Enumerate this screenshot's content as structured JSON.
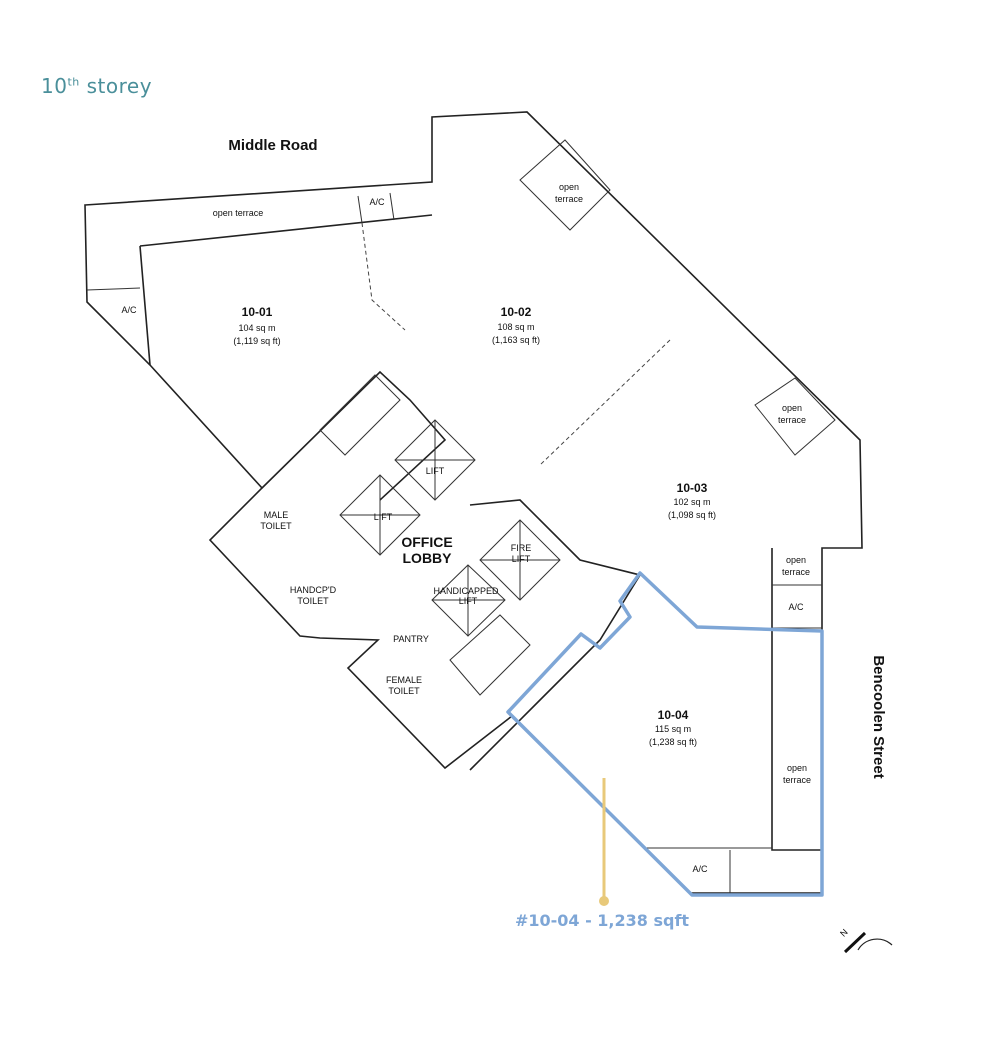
{
  "title": {
    "number": "10",
    "suffix": "th",
    "word": "storey"
  },
  "roads": {
    "north": "Middle Road",
    "east": "Bencoolen Street"
  },
  "units": [
    {
      "id": "10-01",
      "sqm": "104 sq m",
      "sqft": "(1,119 sq ft)"
    },
    {
      "id": "10-02",
      "sqm": "108 sq m",
      "sqft": "(1,163 sq ft)"
    },
    {
      "id": "10-03",
      "sqm": "102 sq m",
      "sqft": "(1,098 sq ft)"
    },
    {
      "id": "10-04",
      "sqm": "115 sq m",
      "sqft": "(1,238 sq ft)"
    }
  ],
  "labels": {
    "open": "open",
    "terrace": "terrace",
    "open_terrace": "open terrace",
    "ac": "A/C",
    "office": "OFFICE",
    "lobby": "LOBBY",
    "lift": "LIFT",
    "fire": "FIRE",
    "handicapped": "HANDICAPPED",
    "male": "MALE",
    "female": "FEMALE",
    "toilet": "TOILET",
    "handcpd": "HANDCP'D",
    "pantry": "PANTRY",
    "north": "N"
  },
  "highlight": {
    "label": "#10-04 - 1,238 sqft",
    "outline_color": "#7ea6d6",
    "pointer_color": "#e8c97a"
  }
}
